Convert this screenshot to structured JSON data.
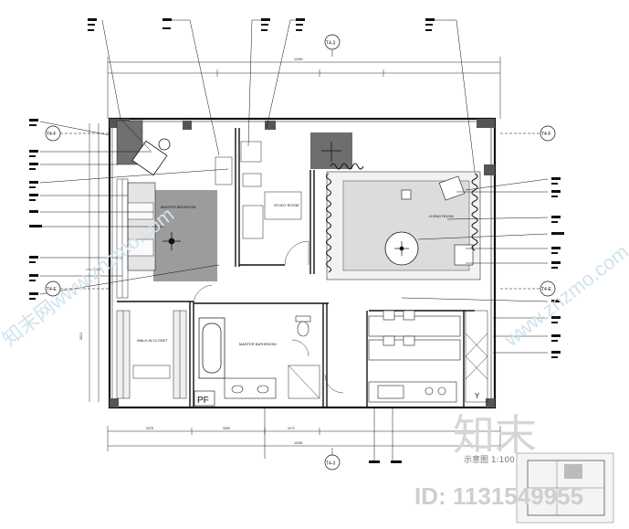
{
  "grid_markers": {
    "top": "T4-3",
    "bottom": "T4-3",
    "left_upper": "T4-F",
    "right_upper": "T4-F",
    "left_lower": "T4-E",
    "right_lower": "T4-E"
  },
  "rooms": {
    "master_bedroom": "MASTER BEDROOM",
    "study_room": "STUDY ROOM",
    "walk_in_closet": "WALK-IN CLOSET",
    "master_bathroom": "MASTER BATHROOM",
    "living_room": "LIVING ROOM"
  },
  "dimensions": {
    "top_total": "11900",
    "bottom_total": "11900",
    "bottom_segment_1": "3375",
    "bottom_segment_2": "3325",
    "bottom_segment_3": "1170",
    "left_segment": "3210"
  },
  "fixture_tags": {
    "pf": "PF",
    "y": "Y"
  },
  "scale_caption": "示意图 1:100",
  "watermark": {
    "logo_text": "知末",
    "id_text": "ID: 1131549955",
    "diag_left": "知末网www.znzmo.com",
    "diag_right": "www.znzmo.com"
  }
}
